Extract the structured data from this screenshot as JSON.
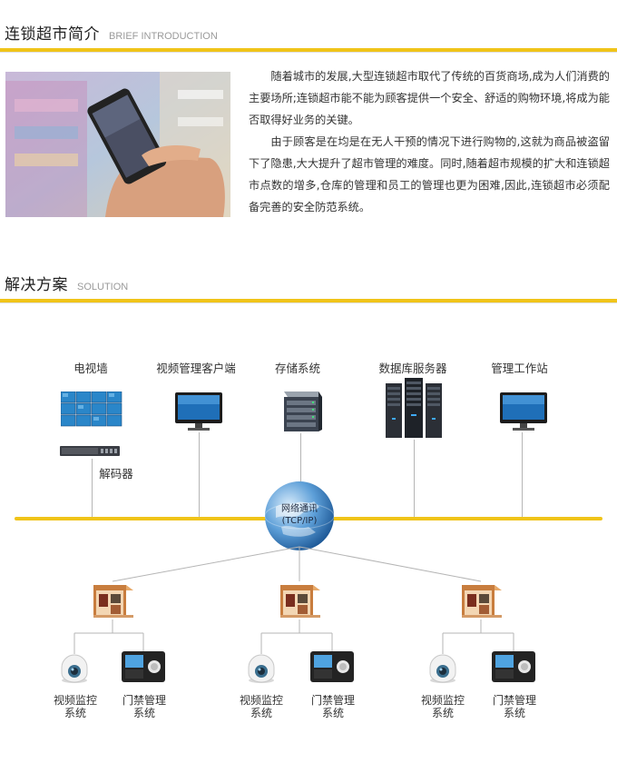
{
  "intro": {
    "title": "连锁超市简介",
    "subtitle": "BRIEF INTRODUCTION",
    "paragraphs": [
      "随着城市的发展,大型连锁超市取代了传统的百货商场,成为人们消费的主要场所;连锁超市能不能为顾客提供一个安全、舒适的购物环境,将成为能否取得好业务的关键。",
      "由于顾客是在均是在无人干预的情况下进行购物的,这就为商品被盗留下了隐患,大大提升了超市管理的难度。同时,随着超市规模的扩大和连锁超市点数的增多,仓库的管理和员工的管理也更为困难,因此,连锁超市必须配备完善的安全防范系统。"
    ]
  },
  "solution": {
    "title": "解决方案",
    "subtitle": "SOLUTION"
  },
  "diagram": {
    "top_nodes": [
      {
        "id": "video-wall",
        "label": "电视墙",
        "icon": "video-wall-icon"
      },
      {
        "id": "vms-client",
        "label": "视频管理客户端",
        "icon": "monitor-icon"
      },
      {
        "id": "storage",
        "label": "存储系统",
        "icon": "storage-server-icon"
      },
      {
        "id": "db-server",
        "label": "数据库服务器",
        "icon": "server-rack-icon"
      },
      {
        "id": "mgmt-station",
        "label": "管理工作站",
        "icon": "monitor-icon"
      }
    ],
    "decoder_label": "解码器",
    "globe_label_line1": "网络通讯",
    "globe_label_line2": "(TCP/IP)",
    "branches": [
      {
        "store_icon": "storefront-icon",
        "camera_label_1": "视频监控",
        "camera_label_2": "系统",
        "access_label_1": "门禁管理",
        "access_label_2": "系统"
      },
      {
        "store_icon": "storefront-icon",
        "camera_label_1": "视频监控",
        "camera_label_2": "系统",
        "access_label_1": "门禁管理",
        "access_label_2": "系统"
      },
      {
        "store_icon": "storefront-icon",
        "camera_label_1": "视频监控",
        "camera_label_2": "系统",
        "access_label_1": "门禁管理",
        "access_label_2": "系统"
      }
    ],
    "colors": {
      "bus": "#f0c419",
      "rule": "#f0c419",
      "line": "#b5b5b5",
      "globe": "#3a7fc4"
    }
  }
}
